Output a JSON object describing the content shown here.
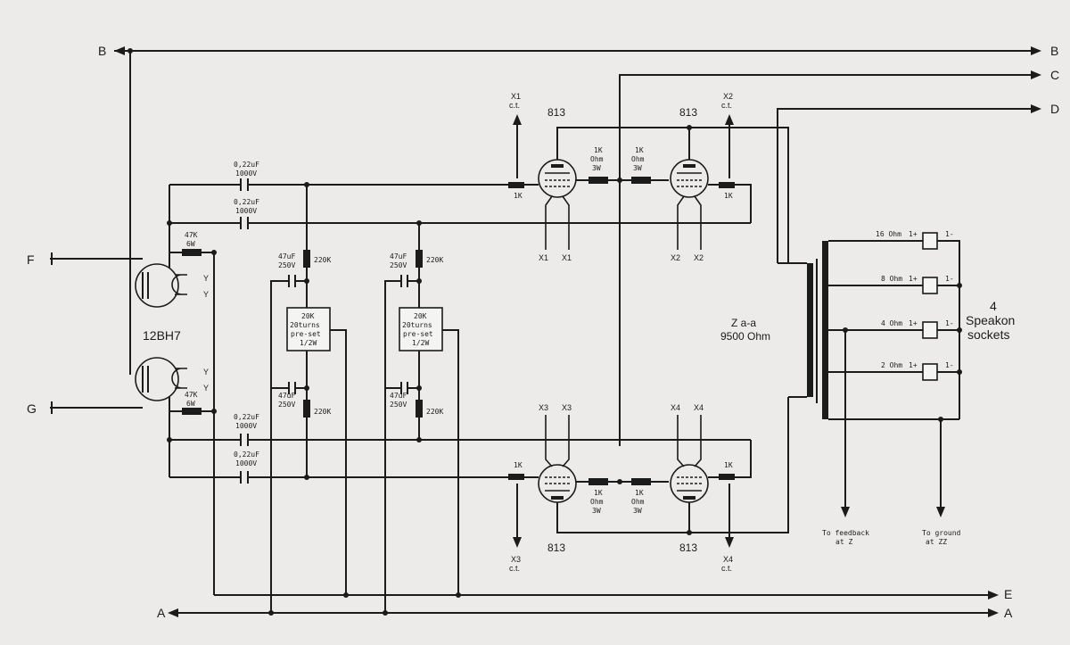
{
  "rails": {
    "B_left": "B",
    "B_right": "B",
    "C": "C",
    "D": "D",
    "F": "F",
    "G": "G",
    "E": "E",
    "A_left": "A",
    "A_right": "A"
  },
  "driver": {
    "tube": "12BH7",
    "res_top": [
      "47K",
      "6W"
    ],
    "res_bot": [
      "47K",
      "6W"
    ],
    "heater": "Y"
  },
  "caps": {
    "value": "0,22uF",
    "voltage": "1000V"
  },
  "bias": {
    "elec_cap": [
      "47uF",
      "250V"
    ],
    "res220": "220K",
    "pot": [
      "20K",
      "20turns",
      "pre-set",
      "1/2W"
    ]
  },
  "tubes": {
    "type": "813",
    "x1": "X1",
    "x1ct": "c.t.",
    "x2": "X2",
    "x3": "X3",
    "x4": "X4",
    "grid_res": "1K",
    "screen_res": [
      "1K",
      "Ohm",
      "3W"
    ]
  },
  "transformer": {
    "z_line1": "Z a-a",
    "z_line2": "9500 Ohm"
  },
  "outputs": {
    "taps": [
      "16 Ohm",
      "8 Ohm",
      "4 Ohm",
      "2 Ohm"
    ],
    "plus": "1+",
    "minus": "1-",
    "speakon": [
      "4",
      "Speakon",
      "sockets"
    ],
    "feedback": [
      "To feedback",
      "at Z"
    ],
    "ground": [
      "To ground",
      "at ZZ"
    ]
  },
  "colors": {
    "ink": "#1b1b1b",
    "paper": "#ecebe9"
  }
}
